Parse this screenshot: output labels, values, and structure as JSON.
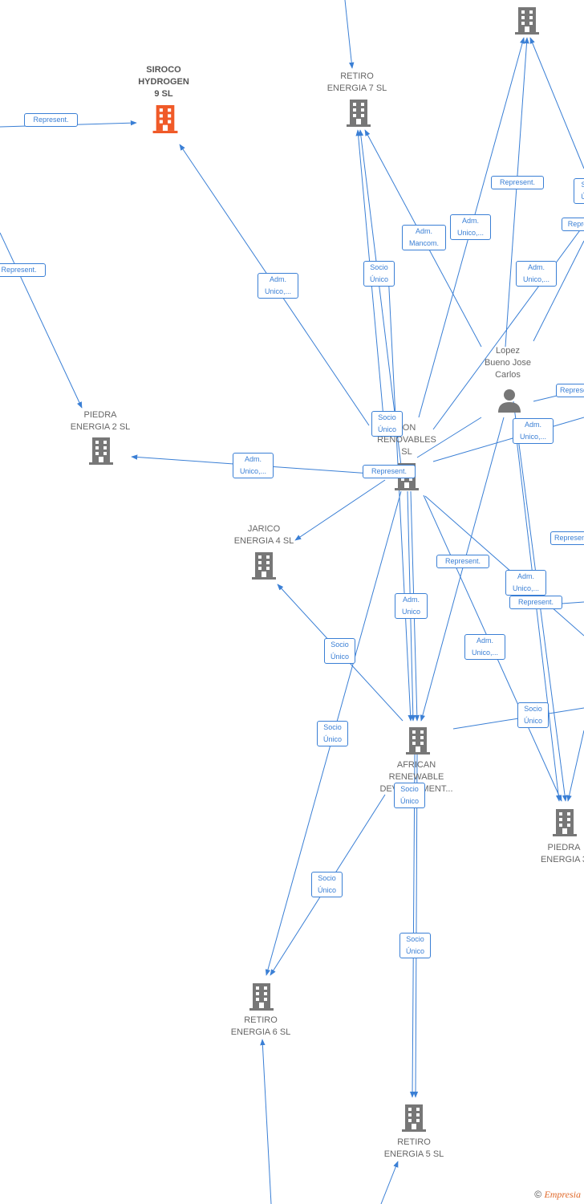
{
  "colors": {
    "edge": "#3a7fd5",
    "building": "#777777",
    "focus_building": "#f05a28",
    "label": "#666666"
  },
  "nodes": [
    {
      "id": "top_company",
      "label": "",
      "type": "company"
    },
    {
      "id": "siroco",
      "label": "SIROCO\nHYDROGEN\n9  SL",
      "type": "company",
      "focus": true
    },
    {
      "id": "retiro7",
      "label": "RETIRO\nENERGIA 7  SL",
      "type": "company"
    },
    {
      "id": "piedra2",
      "label": "PIEDRA\nENERGIA 2  SL",
      "type": "company"
    },
    {
      "id": "jarico4",
      "label": "JARICO\nENERGIA 4  SL",
      "type": "company"
    },
    {
      "id": "avalon",
      "label": "LON\nRENOVABLES\nSL",
      "type": "company"
    },
    {
      "id": "lopez",
      "label": "Lopez\nBueno Jose\nCarlos",
      "type": "person"
    },
    {
      "id": "african",
      "label": "AFRICAN\nRENEWABLE\nDEVELOPMENT...",
      "type": "company"
    },
    {
      "id": "piedra3",
      "label": "PIEDRA\nENERGIA 3",
      "type": "company"
    },
    {
      "id": "retiro6",
      "label": "RETIRO\nENERGIA 6  SL",
      "type": "company"
    },
    {
      "id": "retiro5",
      "label": "RETIRO\nENERGIA 5  SL",
      "type": "company"
    }
  ],
  "edge_labels": [
    "Represent.",
    "Represent.",
    "Adm.\nUnico,...",
    "Adm.\nMancom.",
    "Adm.\nUnico,...",
    "Socio\nÚnico",
    "Represent.",
    "Adm.\nUnico,...",
    "Socio\nÚnico",
    "Adm.\nUnico,...",
    "Represent.",
    "Adm.\nUnico,...",
    "Represent.",
    "Adm.\nUnico,...",
    "Represent.",
    "Adm.\nUnico",
    "Adm.\nUnico,...",
    "Socio\nÚnico",
    "Socio\nÚnico",
    "Socio\nÚnico",
    "Socio\nÚnico",
    "Socio\nÚnico",
    "Socio\nÚnico",
    "Represent.",
    "Repre",
    "Represent.",
    "S\nÚ",
    "Repres"
  ],
  "footer": {
    "copyright": "©",
    "brand": "Empresia"
  }
}
